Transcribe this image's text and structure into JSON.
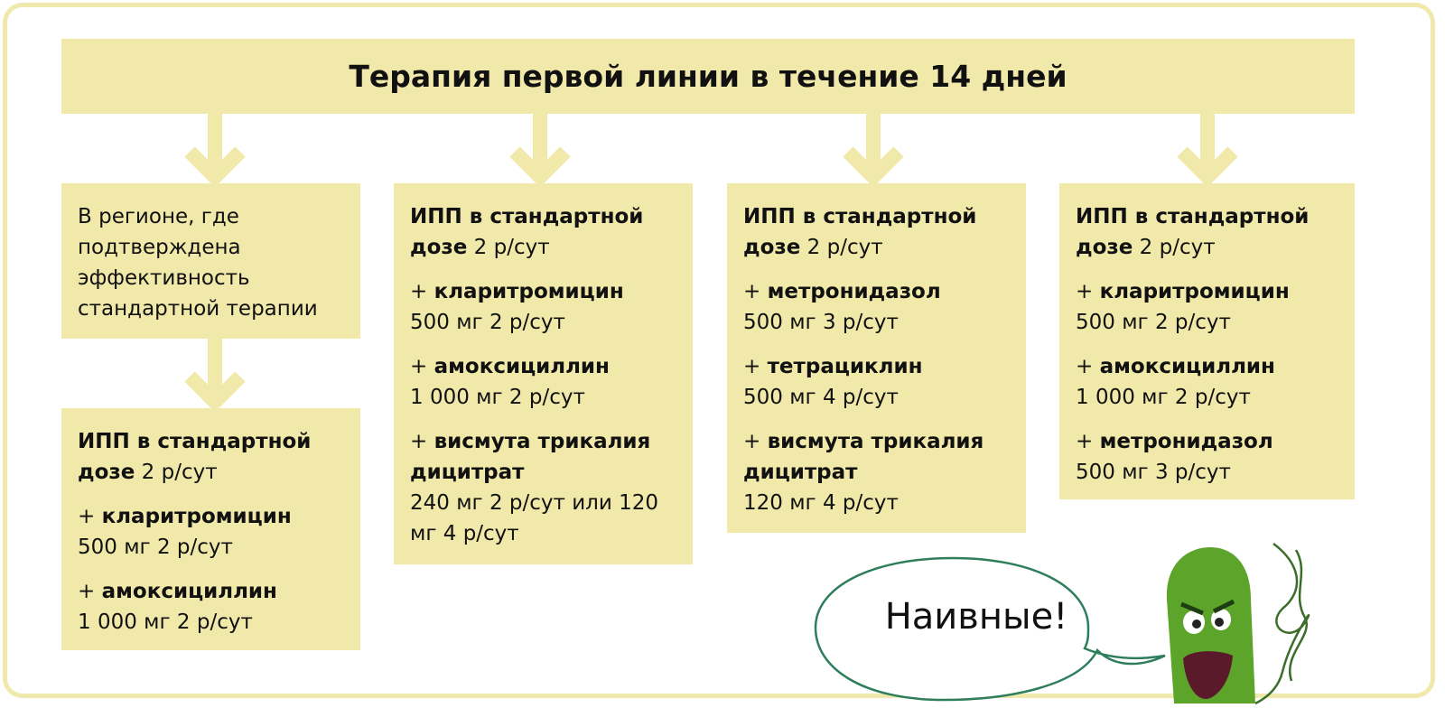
{
  "title": "Терапия первой линии в течение 14 дней",
  "colors": {
    "box": "#f1e9a9",
    "frame": "#f1e9ab",
    "bubble_stroke": "#2e7d5b",
    "bacterium": "#5da42a"
  },
  "cards": [
    {
      "paras": [
        {
          "pre": "",
          "b": "",
          "t": "В регионе, где подтверждена эффективность стандартной терапии"
        }
      ]
    },
    {
      "paras": [
        {
          "pre": "",
          "b": "ИПП в стандартной дозе",
          "t": " 2 р/сут"
        },
        {
          "pre": "+ ",
          "b": "кларитромицин",
          "nl": "500 мг 2 р/сут"
        },
        {
          "pre": "+ ",
          "b": "амоксициллин",
          "nl": "1 000 мг 2 р/сут"
        }
      ]
    },
    {
      "paras": [
        {
          "pre": "",
          "b": "ИПП в стандартной дозе",
          "t": " 2 р/сут"
        },
        {
          "pre": "+ ",
          "b": "кларитромицин",
          "nl": "500 мг 2 р/сут"
        },
        {
          "pre": "+ ",
          "b": "амоксициллин",
          "nl": "1 000 мг 2 р/сут"
        },
        {
          "pre": "+ ",
          "b": "висмута трикалия дицитрат",
          "nl": "240 мг 2 р/сут или 120 мг 4 р/сут"
        }
      ]
    },
    {
      "paras": [
        {
          "pre": "",
          "b": "ИПП в стандартной дозе",
          "t": " 2 р/сут"
        },
        {
          "pre": "+ ",
          "b": "метронидазол",
          "nl": "500 мг 3 р/сут"
        },
        {
          "pre": "+ ",
          "b": "тетрациклин",
          "nl": "500 мг 4 р/сут"
        },
        {
          "pre": "+ ",
          "b": "висмута трикалия дицитрат",
          "nl": "120 мг 4 р/сут"
        }
      ]
    },
    {
      "paras": [
        {
          "pre": "",
          "b": "ИПП в стандартной дозе",
          "t": " 2 р/сут"
        },
        {
          "pre": "+ ",
          "b": "кларитромицин",
          "nl": "500 мг 2 р/сут"
        },
        {
          "pre": "+ ",
          "b": "амоксициллин",
          "nl": "1 000 мг 2 р/сут"
        },
        {
          "pre": "+ ",
          "b": "метронидазол",
          "nl": "500 мг 3 р/сут"
        }
      ]
    }
  ],
  "speech_bubble": "Наивные!"
}
